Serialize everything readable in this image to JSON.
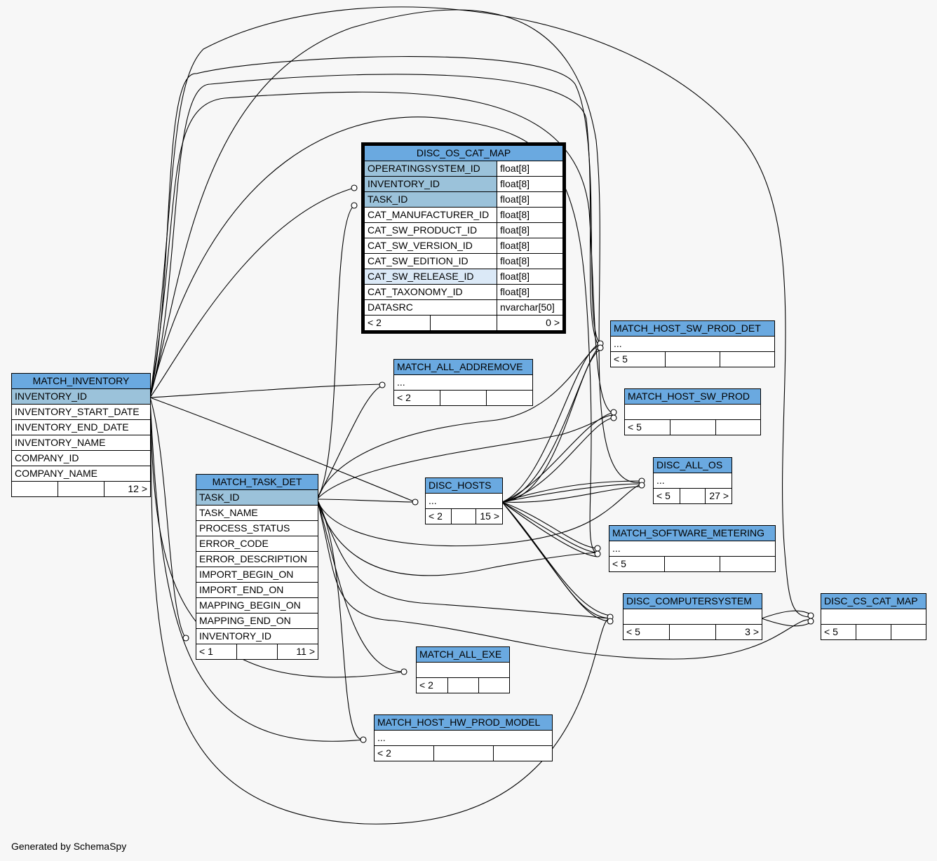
{
  "footer": "Generated by SchemaSpy",
  "colors": {
    "header": "#6aa9e0",
    "primary_key": "#9bc2da",
    "highlight": "#dbe9f7",
    "background": "#f7f7f7"
  },
  "tables": {
    "match_inventory": {
      "name": "MATCH_INVENTORY",
      "columns": [
        "INVENTORY_ID",
        "INVENTORY_START_DATE",
        "INVENTORY_END_DATE",
        "INVENTORY_NAME",
        "COMPANY_ID",
        "COMPANY_NAME"
      ],
      "footer": [
        "",
        "",
        "12 >"
      ]
    },
    "match_task_det": {
      "name": "MATCH_TASK_DET",
      "columns": [
        "TASK_ID",
        "TASK_NAME",
        "PROCESS_STATUS",
        "ERROR_CODE",
        "ERROR_DESCRIPTION",
        "IMPORT_BEGIN_ON",
        "IMPORT_END_ON",
        "MAPPING_BEGIN_ON",
        "MAPPING_END_ON",
        "INVENTORY_ID"
      ],
      "footer": [
        "< 1",
        "",
        "11 >"
      ]
    },
    "disc_os_cat_map": {
      "name": "DISC_OS_CAT_MAP",
      "columns": [
        {
          "name": "OPERATINGSYSTEM_ID",
          "type": "float[8]"
        },
        {
          "name": "INVENTORY_ID",
          "type": "float[8]"
        },
        {
          "name": "TASK_ID",
          "type": "float[8]"
        },
        {
          "name": "CAT_MANUFACTURER_ID",
          "type": "float[8]"
        },
        {
          "name": "CAT_SW_PRODUCT_ID",
          "type": "float[8]"
        },
        {
          "name": "CAT_SW_VERSION_ID",
          "type": "float[8]"
        },
        {
          "name": "CAT_SW_EDITION_ID",
          "type": "float[8]"
        },
        {
          "name": "CAT_SW_RELEASE_ID",
          "type": "float[8]"
        },
        {
          "name": "CAT_TAXONOMY_ID",
          "type": "float[8]"
        },
        {
          "name": "DATASRC",
          "type": "nvarchar[50]"
        }
      ],
      "footer": [
        "< 2",
        "",
        "0 >"
      ]
    },
    "match_all_addremove": {
      "name": "MATCH_ALL_ADDREMOVE",
      "row": "...",
      "footer": [
        "< 2",
        "",
        ""
      ]
    },
    "disc_hosts": {
      "name": "DISC_HOSTS",
      "row": "...",
      "footer": [
        "< 2",
        "",
        "15 >"
      ]
    },
    "match_host_sw_prod_det": {
      "name": "MATCH_HOST_SW_PROD_DET",
      "row": "...",
      "footer": [
        "< 5",
        "",
        ""
      ]
    },
    "match_host_sw_prod": {
      "name": "MATCH_HOST_SW_PROD",
      "row": "",
      "footer": [
        "< 5",
        "",
        ""
      ]
    },
    "disc_all_os": {
      "name": "DISC_ALL_OS",
      "row": "...",
      "footer": [
        "< 5",
        "",
        "27 >"
      ]
    },
    "match_software_metering": {
      "name": "MATCH_SOFTWARE_METERING",
      "row": "...",
      "footer": [
        "< 5",
        "",
        ""
      ]
    },
    "disc_computersystem": {
      "name": "DISC_COMPUTERSYSTEM",
      "row": "",
      "footer": [
        "< 5",
        "",
        "3 >"
      ]
    },
    "disc_cs_cat_map": {
      "name": "DISC_CS_CAT_MAP",
      "row": "",
      "footer": [
        "< 5",
        "",
        ""
      ]
    },
    "match_all_exe": {
      "name": "MATCH_ALL_EXE",
      "row": "",
      "footer": [
        "< 2",
        "",
        ""
      ]
    },
    "match_host_hw_prod_model": {
      "name": "MATCH_HOST_HW_PROD_MODEL",
      "row": "...",
      "footer": [
        "< 2",
        "",
        ""
      ]
    }
  }
}
